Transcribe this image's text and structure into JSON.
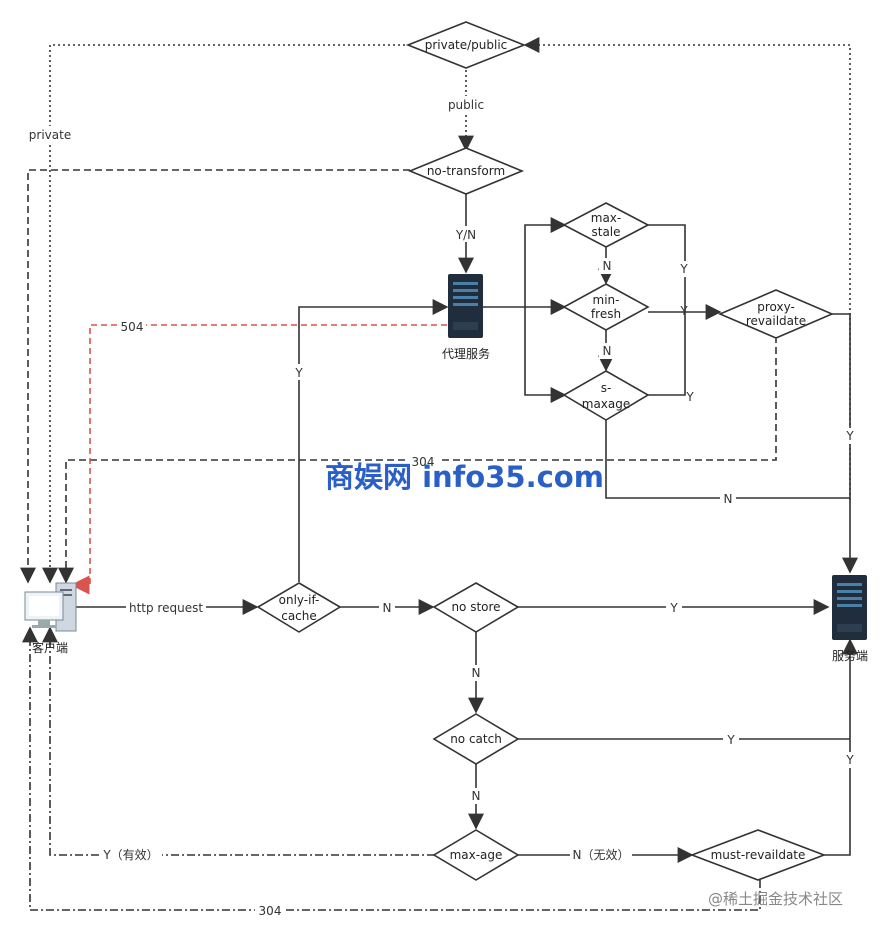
{
  "nodes": {
    "private_public": "private/public",
    "no_transform": "no-transform",
    "proxy_service": "代理服务",
    "max_stale": [
      "max-",
      "stale"
    ],
    "min_fresh": [
      "min-",
      "fresh"
    ],
    "s_maxage": [
      "s-",
      "maxage"
    ],
    "proxy_revalidate": [
      "proxy-",
      "revaildate"
    ],
    "client": "客户端",
    "only_if_cache": [
      "only-if-",
      "cache"
    ],
    "no_store": "no store",
    "server": "服务端",
    "no_catch": "no catch",
    "max_age": "max-age",
    "must_revalidate": "must-revaildate"
  },
  "edge_labels": {
    "public": "public",
    "private": "private",
    "yn": "Y/N",
    "code504": "504",
    "code304_mid": "304",
    "code304_bottom": "304",
    "y_only_if_cache": "Y",
    "y_max_stale": "Y",
    "y_min_fresh": "Y",
    "y_s_maxage": "Y",
    "n_max_stale": "N",
    "n_min_fresh": "N",
    "n_s_maxage": "N",
    "y_proxy_revalidate": "Y",
    "http_request": "http request",
    "n_only_if_cache": "N",
    "y_no_store": "Y",
    "n_no_store": "N",
    "y_no_catch": "Y",
    "n_no_catch": "N",
    "y_max_age": "Y（有效）",
    "n_max_age": "N（无效）",
    "y_must_revalidate": "Y"
  },
  "watermark": {
    "site": "商娱网 info35.com",
    "credit": "@稀土掘金技术社区"
  },
  "colors": {
    "line": "#333333",
    "red_dashed": "#d9534f",
    "server_body": "#1f2d3d",
    "watermark": "#2a5fc8"
  }
}
